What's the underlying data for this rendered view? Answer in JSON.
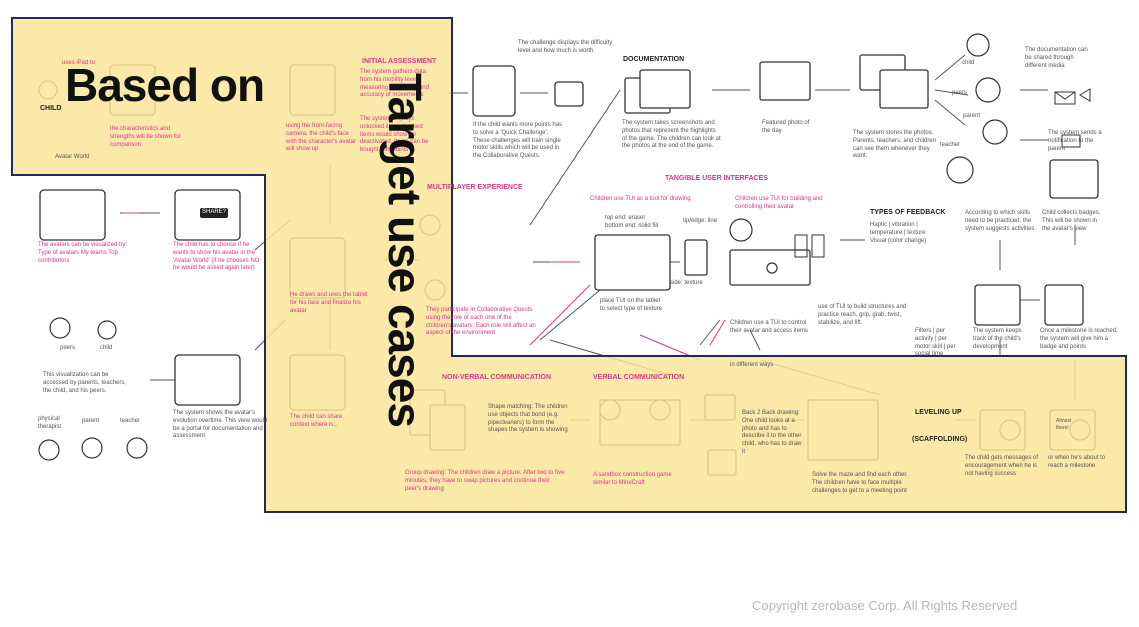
{
  "overlay": {
    "label_horizontal": "Based on",
    "label_vertical": "Target use cases",
    "highlight_color": "#fae59a",
    "border_color": "#1f2a5a"
  },
  "copyright": "Copyright zerobase Corp. All Rights Reserved",
  "diagram": {
    "child_label": "CHILD",
    "uses_ipad": "uses iPad to",
    "characteristics": "the characteristics and strengths will be shown for comparison",
    "avatar_world": "Avatar World",
    "initial_assessment": "INITIAL ASSESSMENT",
    "system_gathers": "The system gathers data from his mobility level measuring time spent and accuracy of movements",
    "front_camera": "using the front-facing camera, the child's face with the character's avatar will show up",
    "unlocked_items": "The system displays unlocked items. Locked items would show up deactivated. Items can be bought with points",
    "avatars_visualized": "The avatars can be visualized by: Type of avatars My teams Top contributors",
    "share": "SHARE?",
    "choose_avatar": "The child has to choose if he wants to show his avatar in the 'Avatar World' (if he chooses NO he would be asked again later)",
    "draws_face": "He draws and uses the tablet for his face and finalize his avatar",
    "peers": "peers",
    "child": "child",
    "visualization_access": "This visualization can be accessed by parents, teachers, the child, and his peers.",
    "physical_therapist": "physical therapist",
    "parent": "parent",
    "teacher": "teacher",
    "evolution": "The system shows the avatar's evolution overtime. This view would be a portal for documentation and assessment",
    "context": "The child can share context where is...",
    "challenge_difficulty": "The challenge displays the difficulty level and how much is worth",
    "quick_challenge": "If the child wants more points has to solve a 'Quick Challenge'. These challenges will train single motor skills which will be used in the Collaborative Quests.",
    "multiplayer": "MULTIPLAYER EXPERIENCE",
    "participate": "They participate in Collaborative Quests using the role of each one of the children's avatars. Each role will affect an aspect of the environment",
    "documentation": "DOCUMENTATION",
    "screenshots": "The system takes screenshots and photos that represent the highlights of the game. The children can look at the photos at the end of the game.",
    "featured_photo": "Featured photo of the day",
    "stores_photos": "The system stores the photos. Parents, teachers, and children can see them whenever they want.",
    "doc_child": "child",
    "doc_peers": "peers",
    "doc_parent": "parent",
    "doc_teacher": "teacher",
    "shared_media": "The documentation can be shared through different media",
    "notification": "The system sends a notification to the parent",
    "tangible": "TANGIBLE USER INTERFACES",
    "tui_drawing": "Children use TUI as a tool for drawing",
    "tui_building": "Children use TUI for building and controlling their avatar",
    "top_end": "top end: eraser bottom end: solid fill",
    "tip_edge": "tip/edge: line",
    "side_texture": "side: texture",
    "place_tui": "place TUI on the tablet to select type of texture",
    "control_avatar": "Children use a TUI to control their avatar and access items",
    "build_structures": "use of TUI to build structures and practice reach, grip, grab, twist, stabilize, and lift.",
    "types_feedback": "TYPES OF FEEDBACK",
    "feedback_list": "Haptic | vibration | temperature | texture Visual (color change)",
    "suggests_activities": "According to which skills need to be practiced, the system suggests activities",
    "collects_badges": "Child collects badges. This will be shown in the avatar's view",
    "filters": "Filters | per activity | per motor skill | per social time",
    "keeps_track": "The system keeps track of the child's development",
    "milestone_reached": "Once a milestone is reached, the system will give him a badge and points",
    "in_different_ways": "in different ways",
    "non_verbal": "NON-VERBAL COMMUNICATION",
    "shape_matching": "Shape matching: The children use objects that bond (e.g. pipecleaners) to form the shapes the system is showing",
    "group_drawing": "Group drawing: The children draw a picture. After two to five minutes, they have to swap pictures and continue their peer's drawing",
    "verbal": "VERBAL COMMUNICATION",
    "sandbox": "A sandbox construction game similar to MineCraft",
    "back2back": "Back 2 Back drawing: One child looks at a photo and has to describe it to the other child, who has to draw it",
    "maze": "Solve the maze and find each other. The children have to face multiple challenges to get to a meeting point",
    "leveling_up": "LEVELING UP",
    "scaffolding": "(SCAFFOLDING)",
    "encouragement": "The child gets messages of encouragement when he is not having success",
    "almost_milestone": "or when he's about to reach a milestone",
    "almost_there": "Almost there!"
  }
}
